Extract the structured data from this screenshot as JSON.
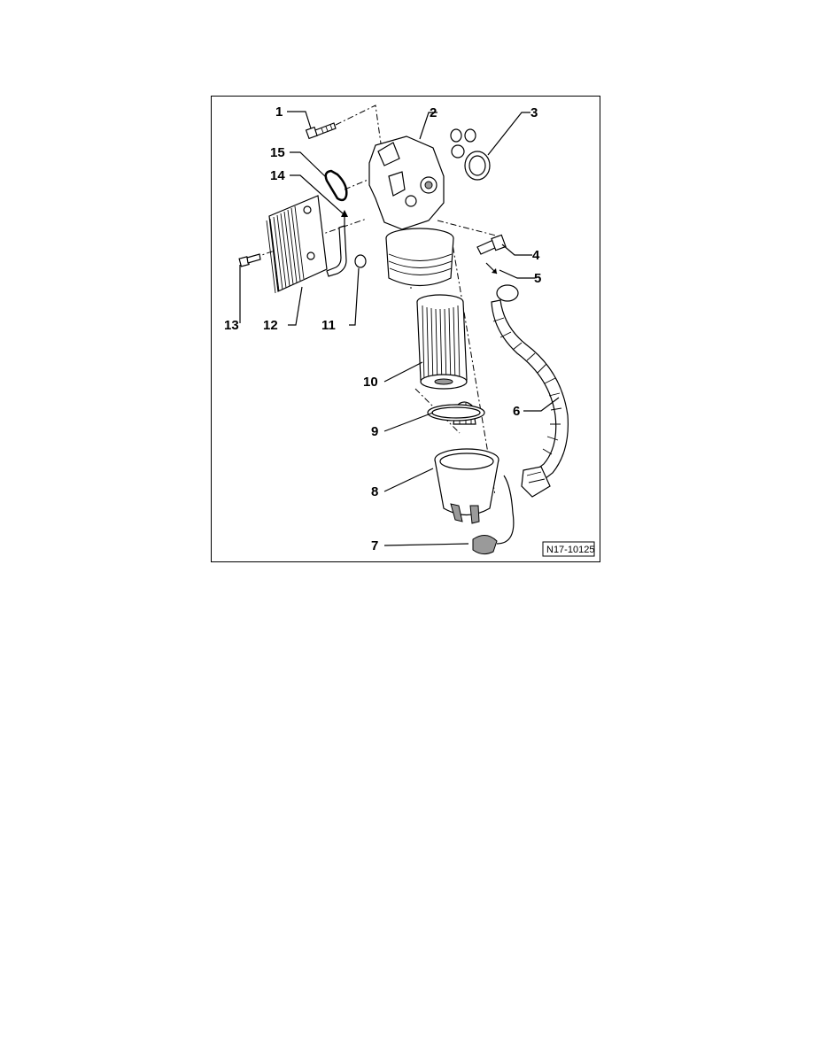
{
  "figure": {
    "reference_code": "N17-10125",
    "callouts": [
      {
        "num": "1",
        "part": "bolt"
      },
      {
        "num": "2",
        "part": "oil-filter-housing"
      },
      {
        "num": "3",
        "part": "seals"
      },
      {
        "num": "4",
        "part": "bolt"
      },
      {
        "num": "5",
        "part": "arrow"
      },
      {
        "num": "6",
        "part": "hose"
      },
      {
        "num": "7",
        "part": "drain-plug"
      },
      {
        "num": "8",
        "part": "filter-cap"
      },
      {
        "num": "9",
        "part": "o-ring"
      },
      {
        "num": "10",
        "part": "filter-element"
      },
      {
        "num": "11",
        "part": "seal"
      },
      {
        "num": "12",
        "part": "oil-cooler"
      },
      {
        "num": "13",
        "part": "bolt"
      },
      {
        "num": "14",
        "part": "arrow"
      },
      {
        "num": "15",
        "part": "seal"
      }
    ]
  }
}
